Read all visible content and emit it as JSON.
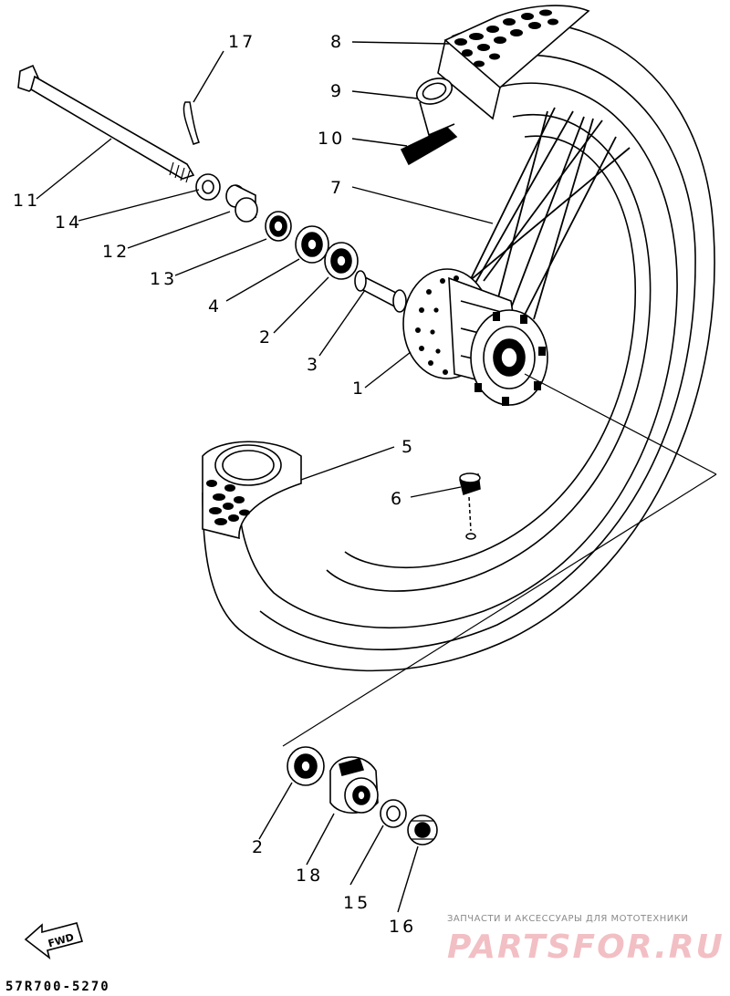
{
  "diagram": {
    "drawing_code": "57R700-5270",
    "fwd_label": "FWD",
    "watermark": {
      "tagline": "ЗАПЧАСТИ И АКСЕССУАРЫ ДЛЯ МОТОТЕХНИКИ",
      "brand": "PARTSFOR.RU"
    },
    "callouts": [
      {
        "id": "17",
        "text": "17"
      },
      {
        "id": "8",
        "text": "8"
      },
      {
        "id": "9",
        "text": "9"
      },
      {
        "id": "10",
        "text": "10"
      },
      {
        "id": "7",
        "text": "7"
      },
      {
        "id": "11",
        "text": "11"
      },
      {
        "id": "14",
        "text": "14"
      },
      {
        "id": "12",
        "text": "12"
      },
      {
        "id": "13",
        "text": "13"
      },
      {
        "id": "4",
        "text": "4"
      },
      {
        "id": "2a",
        "text": "2"
      },
      {
        "id": "3",
        "text": "3"
      },
      {
        "id": "1",
        "text": "1"
      },
      {
        "id": "5",
        "text": "5"
      },
      {
        "id": "6",
        "text": "6"
      },
      {
        "id": "2b",
        "text": "2"
      },
      {
        "id": "18",
        "text": "18"
      },
      {
        "id": "15",
        "text": "15"
      },
      {
        "id": "16",
        "text": "16"
      }
    ]
  }
}
